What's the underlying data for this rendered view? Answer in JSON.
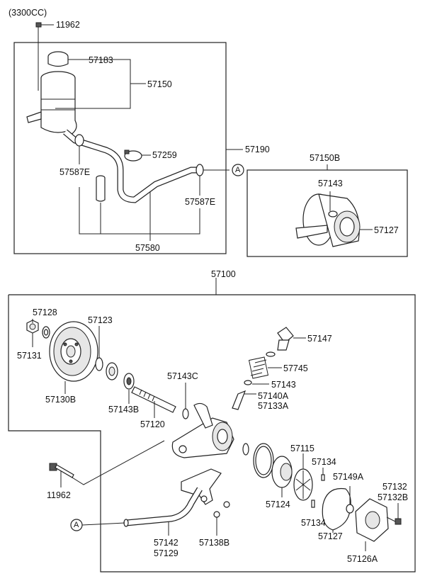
{
  "header_note": "(3300CC)",
  "reservoir_group": {
    "labels": {
      "bolt_top": "11962",
      "cap": "57183",
      "reservoir_assy": "57150",
      "clamp": "57259",
      "hose_assy": "57190",
      "clamp_left": "57587E",
      "clamp_right": "57587E",
      "hose": "57580"
    },
    "connector_marker": "A"
  },
  "pump_inset": {
    "labels": {
      "pump_assy": "57150B",
      "oring": "57143",
      "gasket": "57127"
    }
  },
  "main_assembly": {
    "assy_number": "57100",
    "labels": {
      "bearing_left": "57128",
      "pulley_snap": "57123",
      "nut": "57131",
      "pulley": "57130B",
      "seal": "57143B",
      "shaft": "57120",
      "shaft_ring": "57143C",
      "connector": "57147",
      "spring": "57745",
      "connector_oring": "57143",
      "valve_a": "57140A",
      "valve_b": "57133A",
      "cam_ring": "57115",
      "pin_top": "57134",
      "pin_right": "57149A",
      "bolt_right_a": "57132",
      "bolt_right_b": "57132B",
      "bolt_left": "11962",
      "side_plate": "57124",
      "pin_bottom": "57134",
      "gasket": "57127",
      "tube_a": "57142",
      "tube_b": "57129",
      "bracket_bolt": "57138B",
      "cover": "57126A"
    },
    "connector_marker": "A"
  }
}
